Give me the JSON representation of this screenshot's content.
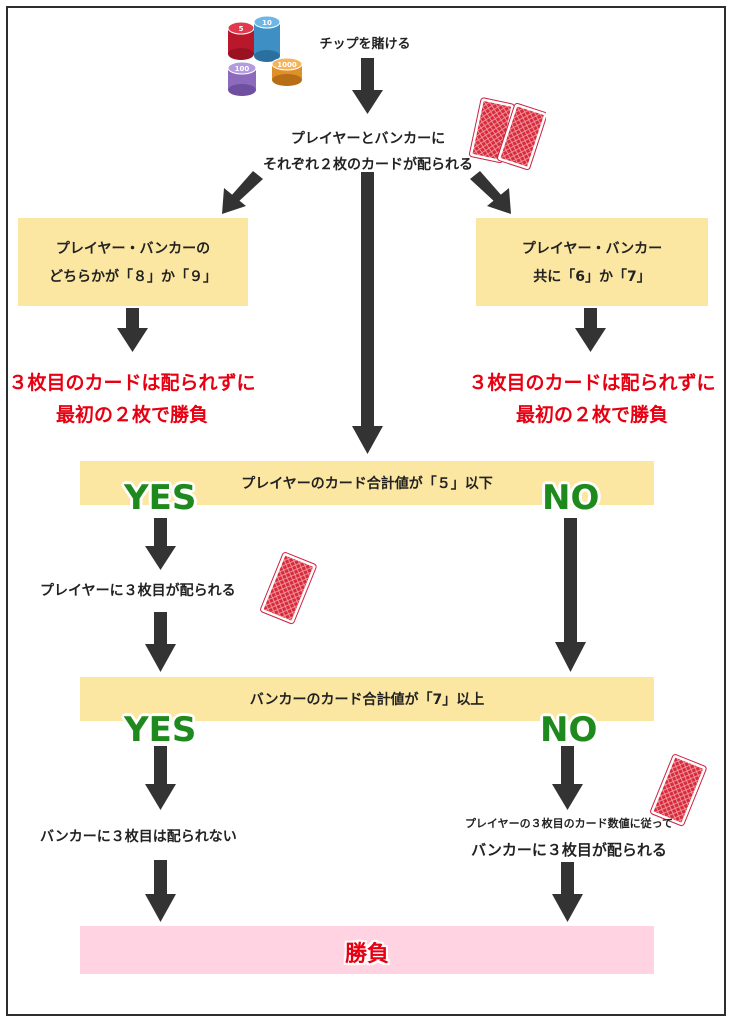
{
  "colors": {
    "arrow": "#333333",
    "yellow_box": "#fbe7a1",
    "pink_box": "#ffd3e2",
    "red_text": "#e60012",
    "green_text": "#1e8a1e",
    "card_red": "#d82a3a"
  },
  "icons": {
    "chips": "casino-chips-icon",
    "cards": "playing-card-back-icon"
  },
  "chips_labels": [
    "5",
    "10",
    "100",
    "1000"
  ],
  "steps": {
    "bet": "チップを賭ける",
    "deal_line1": "プレイヤーとバンカーに",
    "deal_line2": "それぞれ２枚のカードが配られる",
    "natural_line1": "プレイヤー・バンカーの",
    "natural_line2": "どちらかが「８」か「９」",
    "both67_line1": "プレイヤー・バンカー",
    "both67_line2": "共に「6」か「7」",
    "result_left_line1": "３枚目のカードは配られずに",
    "result_left_line2": "最初の２枚で勝負",
    "result_right_line1": "３枚目のカードは配られずに",
    "result_right_line2": "最初の２枚で勝負",
    "player_check": "プレイヤーのカード合計値が「５」以下",
    "player_third": "プレイヤーに３枚目が配られる",
    "banker_check": "バンカーのカード合計値が「7」以上",
    "banker_no_third": "バンカーに３枚目は配られない",
    "banker_rule_small": "プレイヤーの３枚目のカード数値に従って",
    "banker_third": "バンカーに３枚目が配られる",
    "final": "勝負"
  },
  "answers": {
    "yes1": "YES",
    "no1": "NO",
    "yes2": "YES",
    "no2": "NO"
  }
}
